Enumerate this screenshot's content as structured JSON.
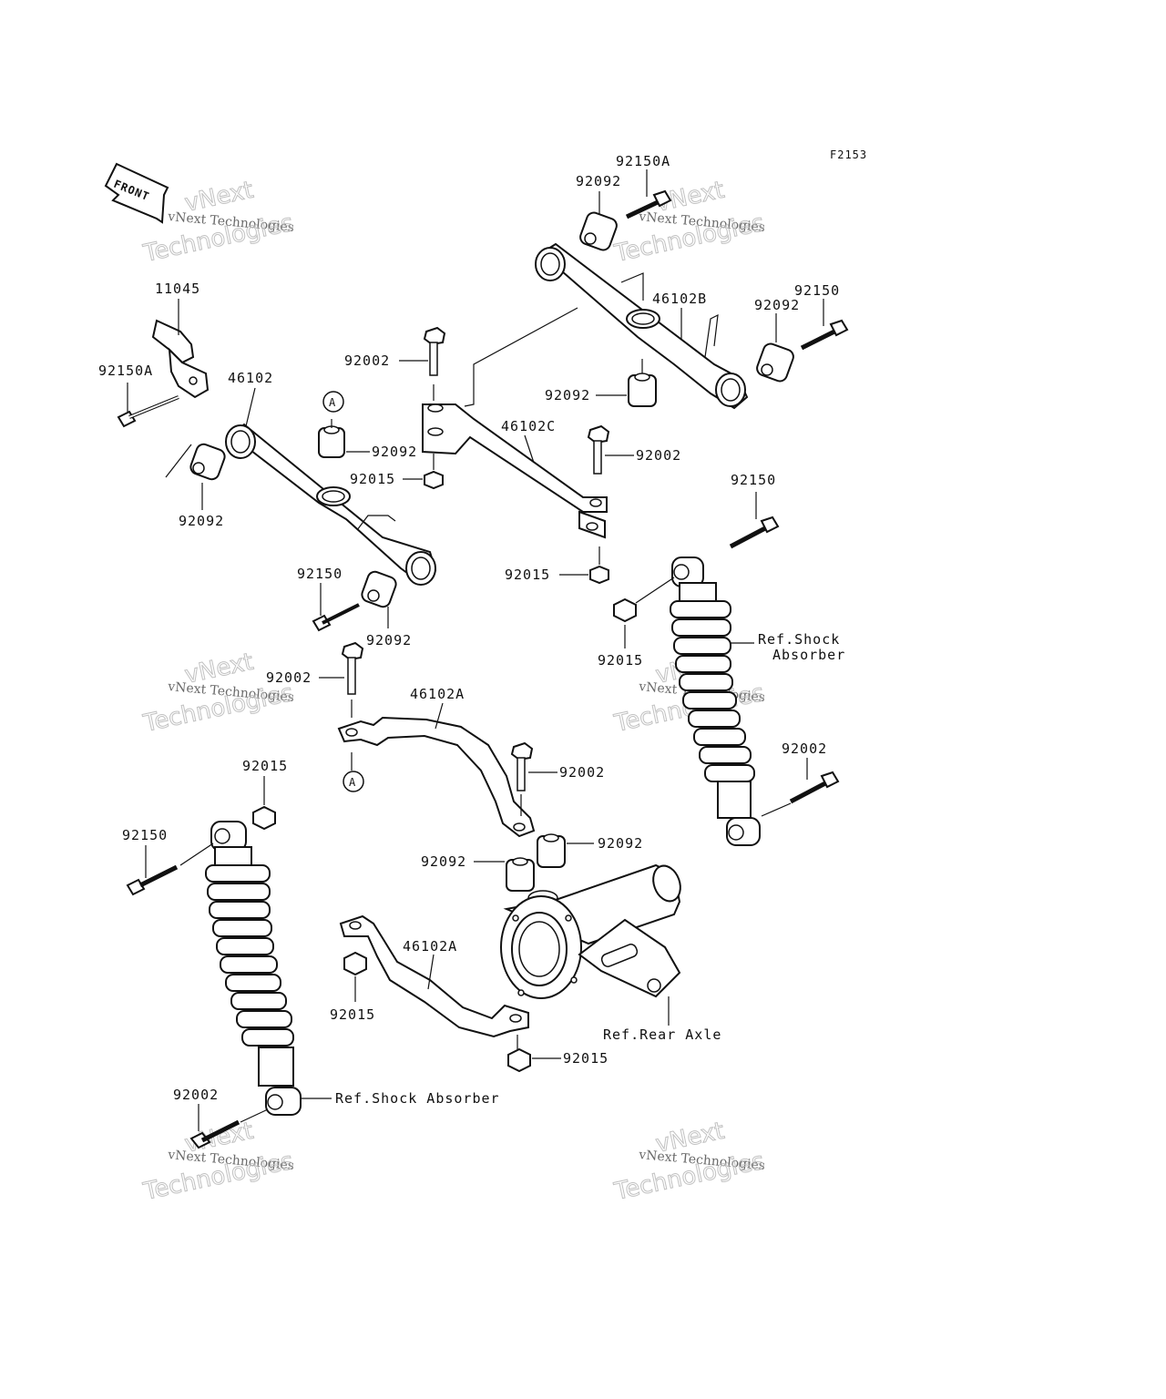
{
  "figure_code": "F2153",
  "front_label": "FRONT",
  "ref_marker": "A",
  "watermark": {
    "line1": "vNext Technologies",
    "line2": "vNext",
    "line3": "Technologies"
  },
  "labels": {
    "p11045": "11045",
    "p92150A_left": "92150A",
    "p46102": "46102",
    "p92092_left_a": "92092",
    "p92092_left_b": "92092",
    "p92015_a": "92015",
    "p92150_left_mid": "92150",
    "p92092_left_c": "92092",
    "p92002_top": "92002",
    "p46102C": "46102C",
    "p92002_mid": "92002",
    "p92015_mid": "92015",
    "p92150A_top": "92150A",
    "p92092_top": "92092",
    "p46102B": "46102B",
    "p92150_top_right": "92150",
    "p92092_top_right": "92092",
    "p92092_mid_right": "92092",
    "p92150_right": "92150",
    "p92015_right": "92015",
    "ref_shock_right_1": "Ref.Shock",
    "ref_shock_right_2": "Absorber",
    "p92002_left_mid": "92002",
    "p46102A_upper": "46102A",
    "p92002_center": "92002",
    "p92002_right_low": "92002",
    "p92015_left_low": "92015",
    "p92150_left_low": "92150",
    "p92092_center_a": "92092",
    "p92092_center_b": "92092",
    "p46102A_lower": "46102A",
    "p92015_lower_left": "92015",
    "ref_rear_axle": "Ref.Rear Axle",
    "p92015_lower_center": "92015",
    "p92002_bottom": "92002",
    "ref_shock_bottom": "Ref.Shock Absorber"
  }
}
